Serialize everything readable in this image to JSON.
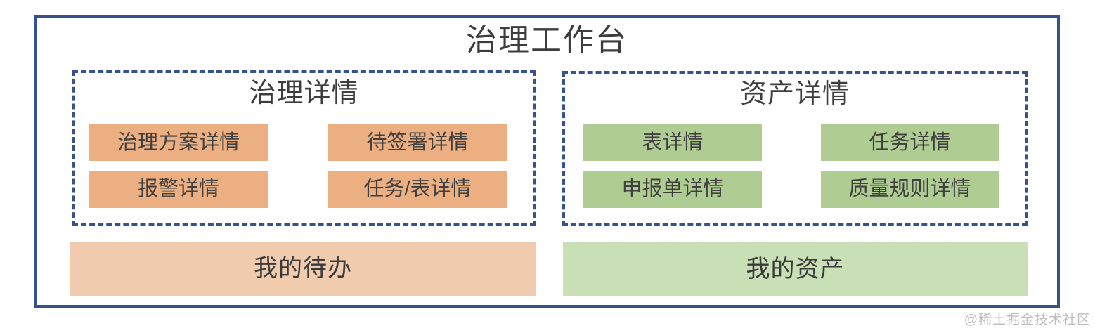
{
  "workbench": {
    "title": "治理工作台",
    "sections": [
      {
        "title": "治理详情",
        "items": [
          {
            "label": "治理方案详情"
          },
          {
            "label": "待签署详情"
          },
          {
            "label": "报警详情"
          },
          {
            "label": "任务/表详情"
          }
        ],
        "footer": {
          "label": "我的待办"
        }
      },
      {
        "title": "资产详情",
        "items": [
          {
            "label": "表详情"
          },
          {
            "label": "任务详情"
          },
          {
            "label": "申报单详情"
          },
          {
            "label": "质量规则详情"
          }
        ],
        "footer": {
          "label": "我的资产"
        }
      }
    ]
  },
  "watermark": {
    "text": "@稀土掘金技术社区"
  },
  "theme": {
    "border_blue": "#35528A",
    "text_dark": "#3D3D3D",
    "orange_chip": "#EBAF81",
    "orange_bar": "#F1CBAD",
    "green_chip": "#AFCD92",
    "green_bar": "#C9DFB6",
    "watermark_gray": "#BDBDBD"
  }
}
